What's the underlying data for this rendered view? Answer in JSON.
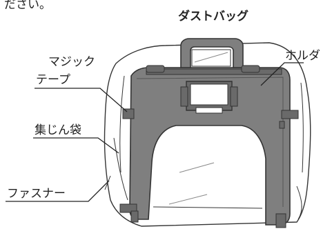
{
  "partial_text": "ださい。",
  "title": "ダストバッグ",
  "labels": {
    "holder": "ホルダ",
    "magic_tape_line1": "マジック",
    "magic_tape_line2": "テープ",
    "collection_bag": "集じん袋",
    "fastener": "ファスナー"
  },
  "colors": {
    "holder_fill": "#7f7f7f",
    "holder_dark": "#5a5a5a",
    "bag_fill": "#ffffff",
    "line": "#333333"
  }
}
